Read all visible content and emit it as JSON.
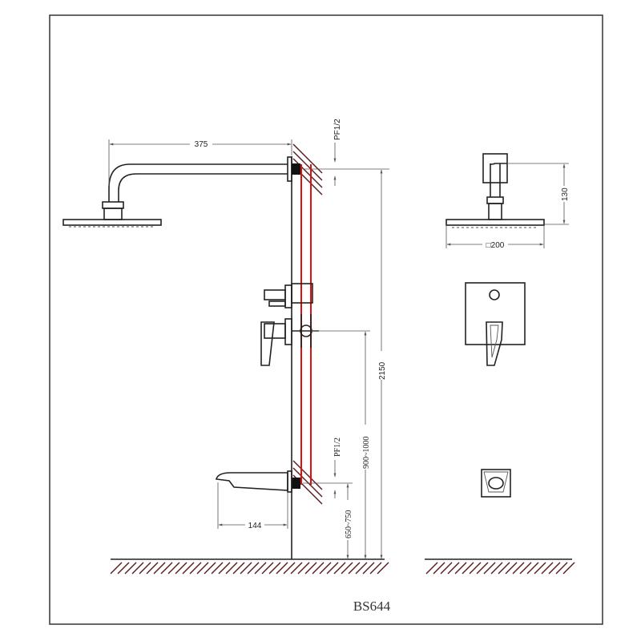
{
  "model_code": "BS644",
  "dimensions": {
    "arm_length": "375",
    "inlet_top": "PF1/2",
    "inlet_bottom": "PF1/2",
    "total_height": "2150",
    "valve_height": "900~1000",
    "spout_height": "650~750",
    "spout_length": "144",
    "head_arm_height": "130",
    "head_size": "□200"
  },
  "colors": {
    "pipe": "#e01010",
    "hatch": "#5a1a1a",
    "line": "#222222"
  }
}
